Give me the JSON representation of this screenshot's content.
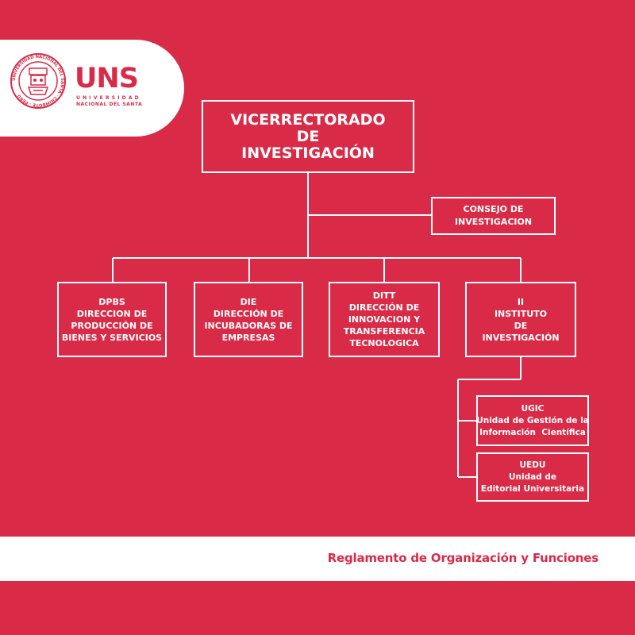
{
  "logo": {
    "acronym": "UNS",
    "subtitle_line1": "UNIVERSIDAD",
    "subtitle_line2": "NACIONAL DEL SANTA",
    "seal_text": "UNIVERSIDAD NACIONAL DEL SANTA · CHIMBOTE - PERÚ"
  },
  "org_chart": {
    "root": {
      "lines": [
        "VICERRECTORADO",
        "DE",
        "INVESTIGACIÓN"
      ]
    },
    "advisory": {
      "lines": [
        "CONSEJO DE",
        "INVESTIGACION"
      ]
    },
    "departments": [
      {
        "lines": [
          "DPBS",
          "DIRECCION DE",
          "PRODUCCIÓN DE",
          "BIENES Y SERVICIOS"
        ]
      },
      {
        "lines": [
          "DIE",
          "DIRECCIÓN DE",
          "INCUBADORAS DE",
          "EMPRESAS"
        ]
      },
      {
        "lines": [
          "DITT",
          "DIRECCIÓN DE",
          "INNOVACION Y",
          "TRANSFERENCIA",
          "TECNOLOGICA"
        ]
      },
      {
        "lines": [
          "II",
          "INSTITUTO",
          "DE",
          "INVESTIGACIÓN"
        ]
      }
    ],
    "units": [
      {
        "lines": [
          "UGIC",
          "Unidad de Gestión de la",
          "Información  Científica"
        ]
      },
      {
        "lines": [
          "UEDU",
          "Unidad de",
          "Editorial Universitaria"
        ]
      }
    ]
  },
  "footer": {
    "text": "Reglamento de Organización y Funciones"
  },
  "colors": {
    "brand": "#d92b47",
    "foreground": "#ffffff"
  }
}
